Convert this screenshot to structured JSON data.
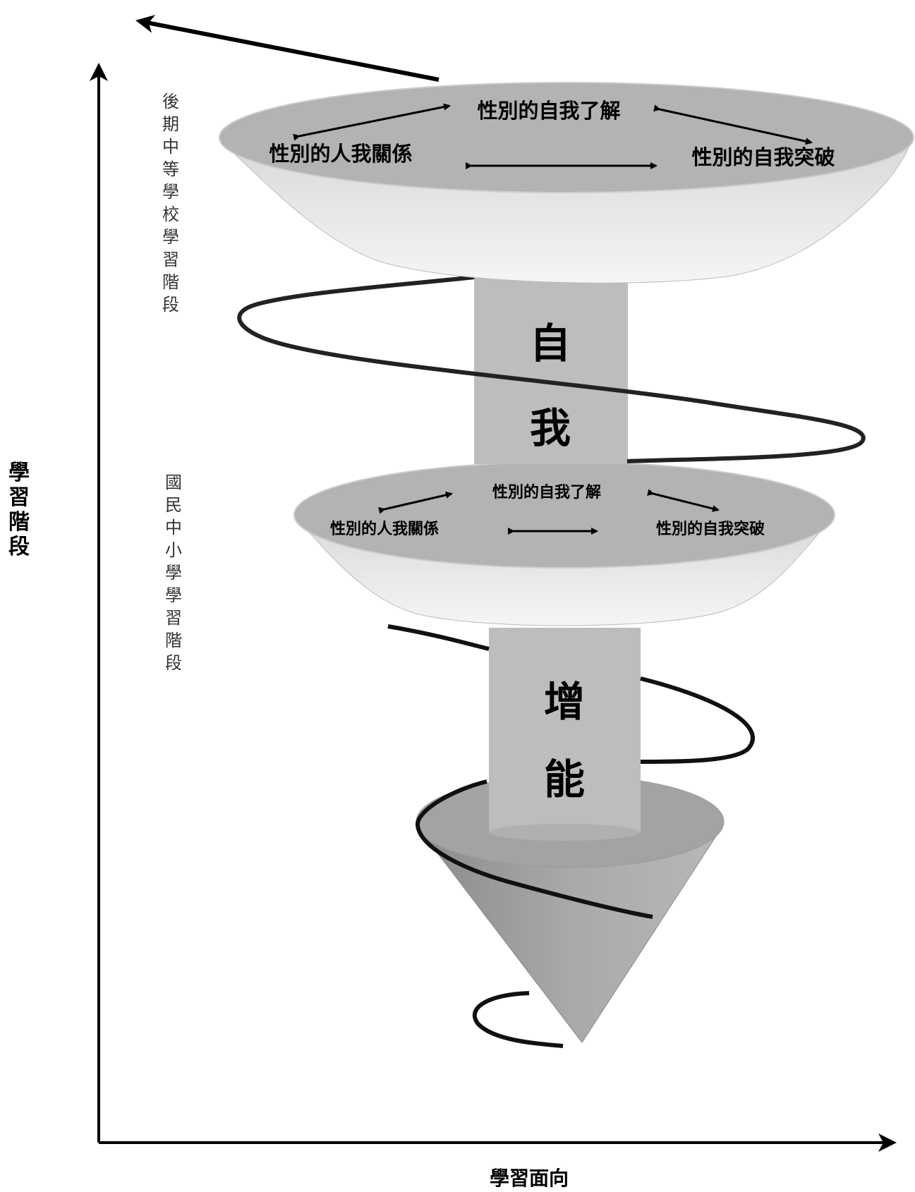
{
  "axes": {
    "y_label": [
      "學",
      "習",
      "階",
      "段"
    ],
    "x_label": "學習面向"
  },
  "stages": {
    "upper": [
      "後",
      "期",
      "中",
      "等",
      "學",
      "校",
      "學",
      "習",
      "階",
      "段"
    ],
    "lower": [
      "國",
      "民",
      "中",
      "小",
      "學",
      "學",
      "習",
      "階",
      "段"
    ]
  },
  "top_bowl": {
    "top": "性別的自我了解",
    "left": "性別的人我關係",
    "right": "性別的自我突破"
  },
  "middle_bowl": {
    "top": "性別的自我了解",
    "left": "性別的人我關係",
    "right": "性別的自我突破"
  },
  "upper_pillar": [
    "自",
    "我"
  ],
  "lower_pillar": [
    "增",
    "能"
  ],
  "colors": {
    "bowl_top": "#b3b3b3",
    "bowl_side": "#ececec",
    "pillar": "#bfbfbf",
    "cone_top": "#a3a3a3",
    "cone_side": "#9c9c9c",
    "line": "#000000"
  }
}
